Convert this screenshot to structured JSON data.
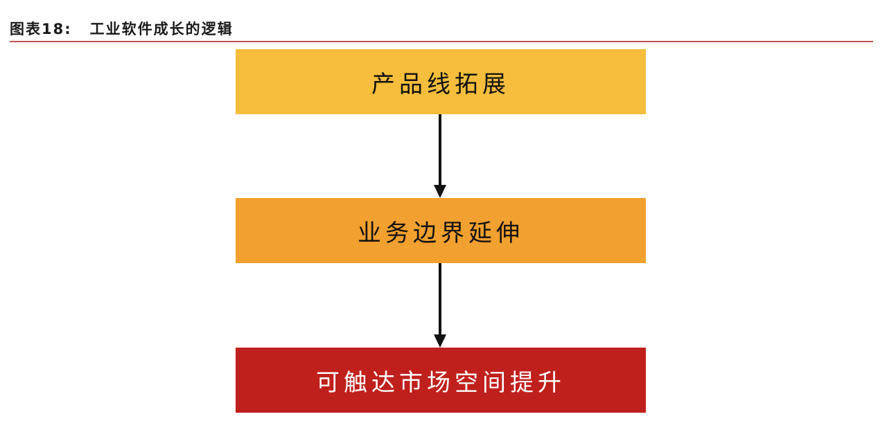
{
  "header": {
    "figure_label": "图表18:",
    "figure_title": "工业软件成长的逻辑",
    "rule_color": "#c0504d"
  },
  "flow": {
    "steps": [
      {
        "label": "产品线拓展",
        "color": "#f6be3c",
        "text_color": "#111111"
      },
      {
        "label": "业务边界延伸",
        "color": "#f2a02f",
        "text_color": "#111111"
      },
      {
        "label": "可触达市场空间提升",
        "color": "#c0201c",
        "text_color": "#ffffff"
      }
    ],
    "arrow_color": "#111111"
  }
}
